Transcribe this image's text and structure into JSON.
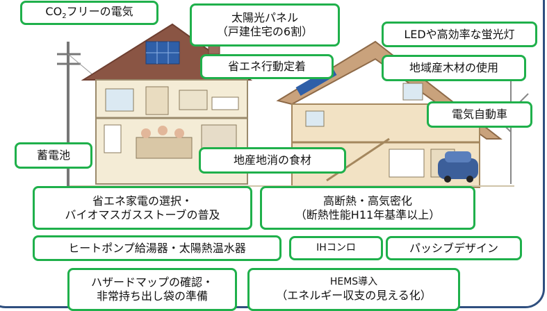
{
  "colors": {
    "label_border": "#1fb04b",
    "frame": "#2f4f7f",
    "accent_roof": "#7d4a3a",
    "solar_panel": "#2f5fa8"
  },
  "labels": {
    "co2_free": {
      "prefix": "CO",
      "sub": "2",
      "suffix": "フリーの電気"
    },
    "solar_panel": {
      "line1": "太陽光パネル",
      "line2": "（戸建住宅の6割）"
    },
    "led": "LEDや高効率な蛍光灯",
    "energy_saving_habits": "省エネ行動定着",
    "local_wood": "地域産木材の使用",
    "electric_car": "電気自動車",
    "battery": "蓄電池",
    "local_food": "地産地消の食材",
    "appliances": {
      "line1": "省エネ家電の選択・",
      "line2": "バイオマスガスストーブの普及"
    },
    "insulation": {
      "line1": "高断熱・高気密化",
      "line2": "（断熱性能H11年基準以上）"
    },
    "heat_pump": "ヒートポンプ給湯器・太陽熱温水器",
    "ih": "IHコンロ",
    "passive": "パッシブデザイン",
    "hazard": {
      "line1": "ハザードマップの確認・",
      "line2": "非常持ち出し袋の準備"
    },
    "hems": {
      "line1": "HEMS導入",
      "line2": "（エネルギー収支の見える化）"
    }
  }
}
